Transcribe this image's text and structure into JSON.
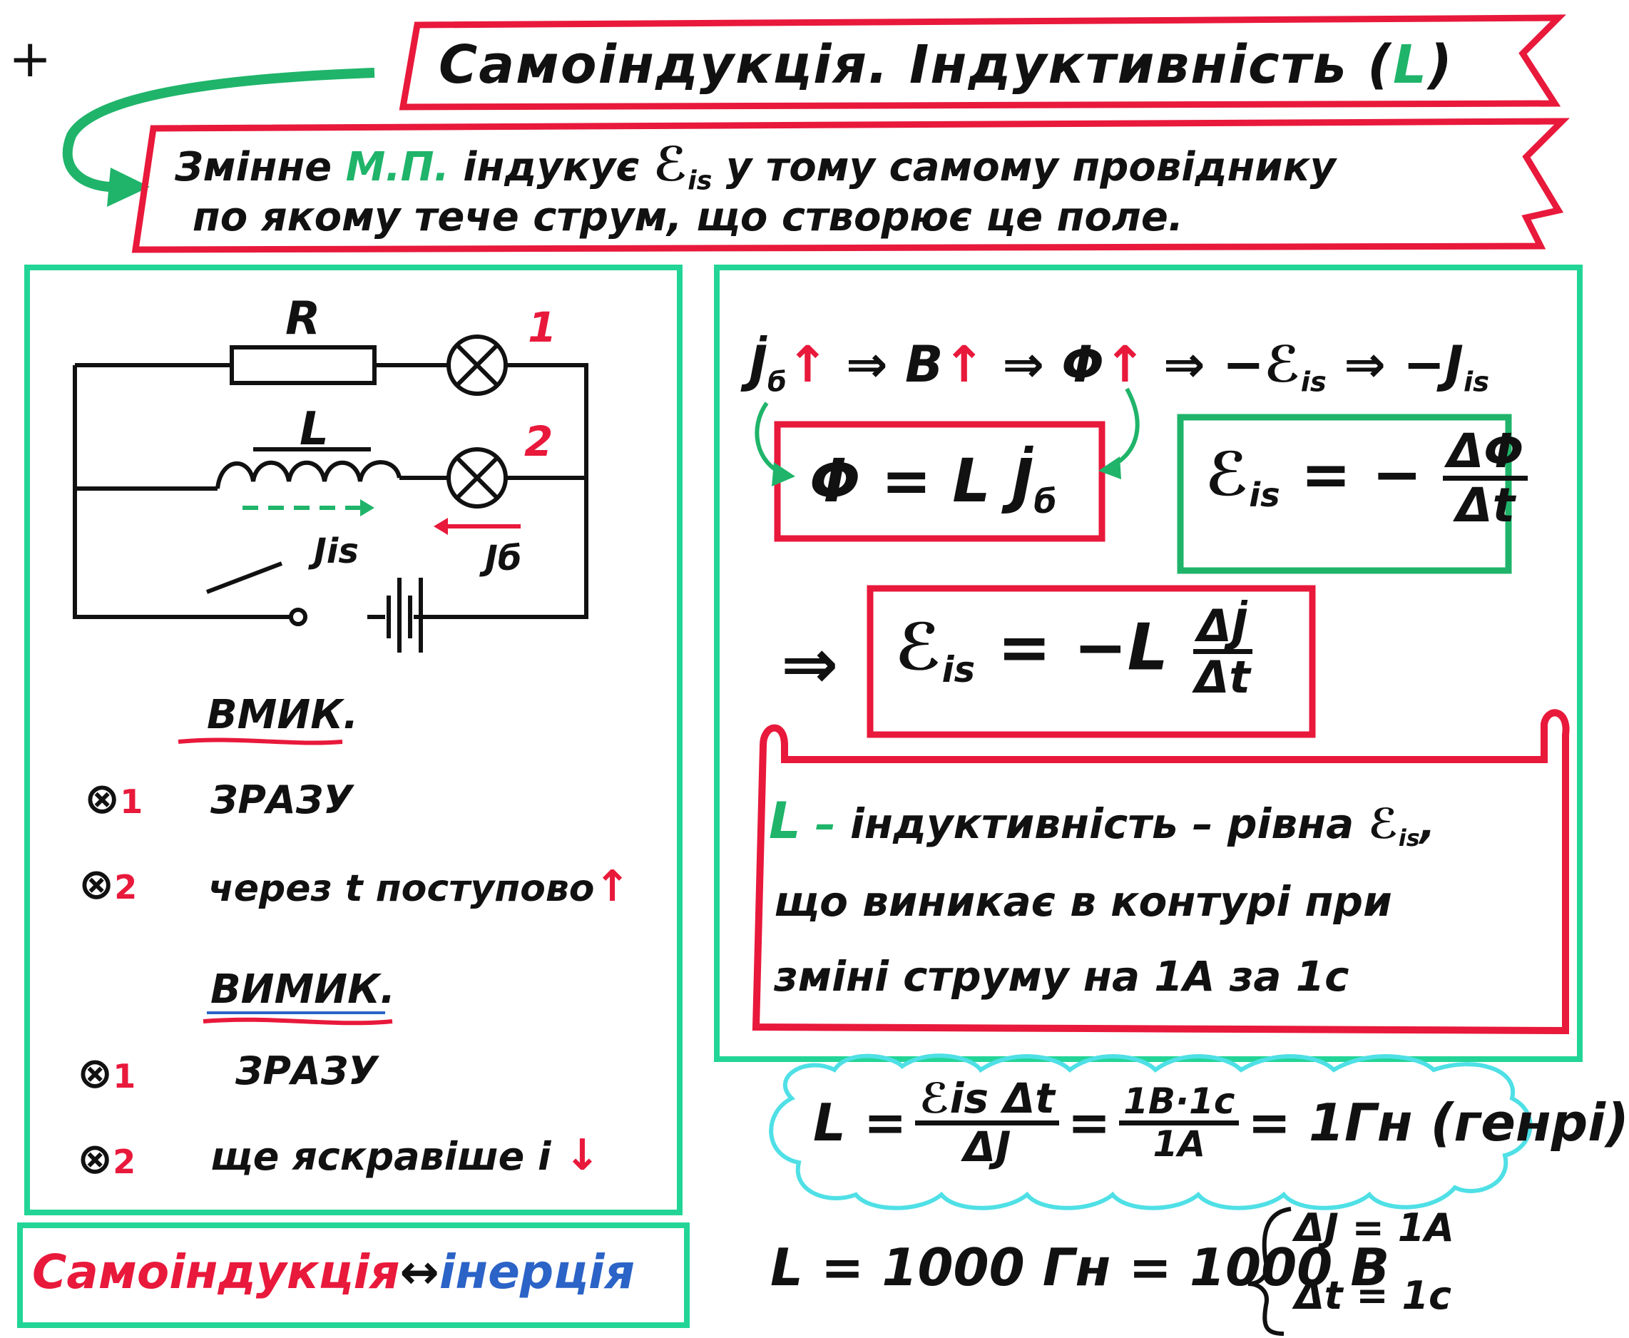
{
  "corner_mark": "+",
  "title": {
    "prefix": "Самоіндукція. Індуктивність (",
    "symbol": "L",
    "suffix": ")"
  },
  "definition": {
    "line1_a": "Змінне",
    "line1_mp": "М.П.",
    "line1_b": "індукує",
    "emf_symbol": "ℰ",
    "emf_sub": "is",
    "line1_c": "у тому самому провіднику",
    "line2": "по якому тече струм, що створює це поле."
  },
  "circuit": {
    "resistor_label": "R",
    "inductor_label": "L",
    "lamp1_number": "1",
    "lamp2_number": "2",
    "current_is": "Jis",
    "current_b": "Jб"
  },
  "switch_on": {
    "heading": "ВМИК.",
    "lamp_symbol": "⊗",
    "row1_num": "1",
    "row1_text": "ЗРАЗУ",
    "row2_num": "2",
    "row2_text": "через t поступово",
    "row2_arrow": "↑"
  },
  "switch_off": {
    "heading": "ВИМИК.",
    "row1_num": "1",
    "row1_text": "ЗРАЗУ",
    "row2_num": "2",
    "row2_text": "ще яскравіше і",
    "row2_arrow": "↓"
  },
  "inertia": {
    "left": "Самоіндукція",
    "arrow": "↔",
    "right": "інерція"
  },
  "chain": {
    "text_jb": "J̇",
    "text_jb_sub": "б",
    "up": "↑",
    "implies": "⇒",
    "text_b": "B",
    "text_phi": "Φ",
    "minus_eis": "−ℰ",
    "minus_jis": "−J",
    "is": "is"
  },
  "formula_flux": {
    "left": "Φ = L J̇",
    "sub": "б"
  },
  "formula_emf": {
    "left": "ℰ",
    "sub": "is",
    "eq": "= −",
    "num": "ΔΦ",
    "den": "Δt"
  },
  "formula_main": {
    "arrow": "⇒",
    "left": "ℰ",
    "sub": "is",
    "eq": "= −L",
    "num": "ΔJ̇",
    "den": "Δt"
  },
  "definition_L": {
    "symbol": "L",
    "dash": " – ",
    "line1": "індуктивність – рівна ℰ",
    "line1_sub": "is",
    "line1_end": ",",
    "line2": "що виникає в контурі при",
    "line3": "зміні струму на 1А за 1с"
  },
  "units": {
    "lhs": "L =",
    "f1_num": "ℰis Δt",
    "f1_den": "ΔJ",
    "eq": "=",
    "f2_num": "1В·1с",
    "f2_den": "1А",
    "result": "= 1Гн (генрі)"
  },
  "example": {
    "text": "L = 1000 Гн = 1000 В",
    "cond1": "ΔJ = 1А",
    "cond2": "Δt = 1с"
  },
  "colors": {
    "red": "#e8193b",
    "green": "#1fb46a",
    "cyan": "#4fe0e6",
    "blue": "#2b63c7",
    "ink": "#111111"
  }
}
